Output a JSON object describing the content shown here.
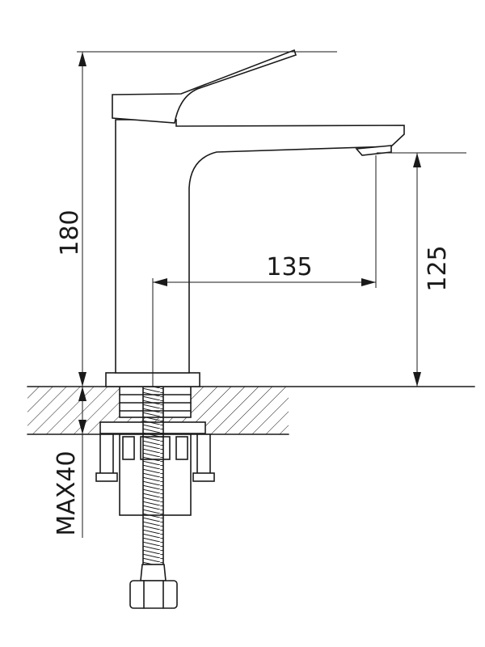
{
  "dimensions": {
    "total_height": "180",
    "spout_reach": "135",
    "spout_height": "125",
    "max_deck_thickness": "MAX40"
  }
}
